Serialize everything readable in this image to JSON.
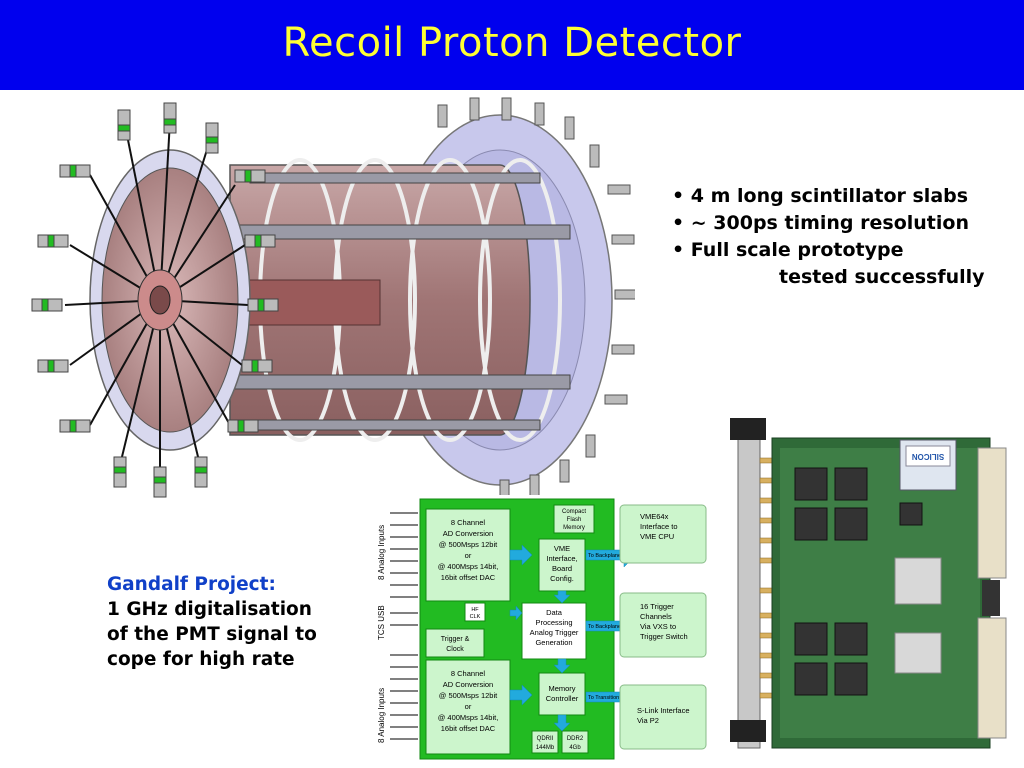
{
  "title": "Recoil Proton Detector",
  "bullets": [
    "4 m long scintillator slabs",
    "~ 300ps timing resolution",
    "Full scale prototype"
  ],
  "bullet_cont": "tested successfully",
  "gandalf": {
    "head": "Gandalf Project:",
    "lines": [
      "1 GHz digitalisation",
      "of the PMT signal to",
      "cope for high rate"
    ]
  },
  "diagram": {
    "left_label_top": "8  Analog Inputs",
    "left_label_mid": "TCS USB",
    "left_label_bot": "8  Analog Inputs",
    "adc_top": [
      "8 Channel",
      "AD Conversion",
      "@ 500Msps 12bit",
      "or",
      "@ 400Msps 14bit,",
      "16bit offset DAC"
    ],
    "adc_bot": [
      "8 Channel",
      "AD Conversion",
      "@ 500Msps 12bit",
      "or",
      "@ 400Msps 14bit,",
      "16bit offset DAC"
    ],
    "flash": [
      "Compact",
      "Flash",
      "Memory"
    ],
    "vme_iface": [
      "VME",
      "Interface,",
      "Board",
      "Config."
    ],
    "hf_clk": [
      "HF",
      "CLK"
    ],
    "trigger_clock": [
      "Trigger &",
      "Clock"
    ],
    "data_proc": [
      "Data",
      "Processing",
      "Analog Trigger",
      "Generation"
    ],
    "mem_ctrl": [
      "Memory",
      "Controller"
    ],
    "qdr": [
      "QDRII",
      "144Mb"
    ],
    "ddr": [
      "DDR2",
      "4Gb"
    ],
    "arrow_backplane_1": "To Backplane",
    "arrow_backplane_2": "To Backplane",
    "arrow_transition": "To Transition",
    "out_vme": [
      "VME64x",
      "Interface to",
      "VME CPU"
    ],
    "out_trigger": [
      "16 Trigger",
      "Channels",
      "Via VXS to",
      "Trigger Switch"
    ],
    "out_slink": [
      "S-Link Interface",
      "Via P2"
    ]
  },
  "board_label": "SILICON",
  "colors": {
    "title_bg": "#0000ee",
    "title_fg": "#ffff33",
    "gandalf_head": "#1040c8",
    "diagram_green": "#22bb22",
    "box_green": "#ccf5cc",
    "arrow_cyan": "#22aadd"
  }
}
